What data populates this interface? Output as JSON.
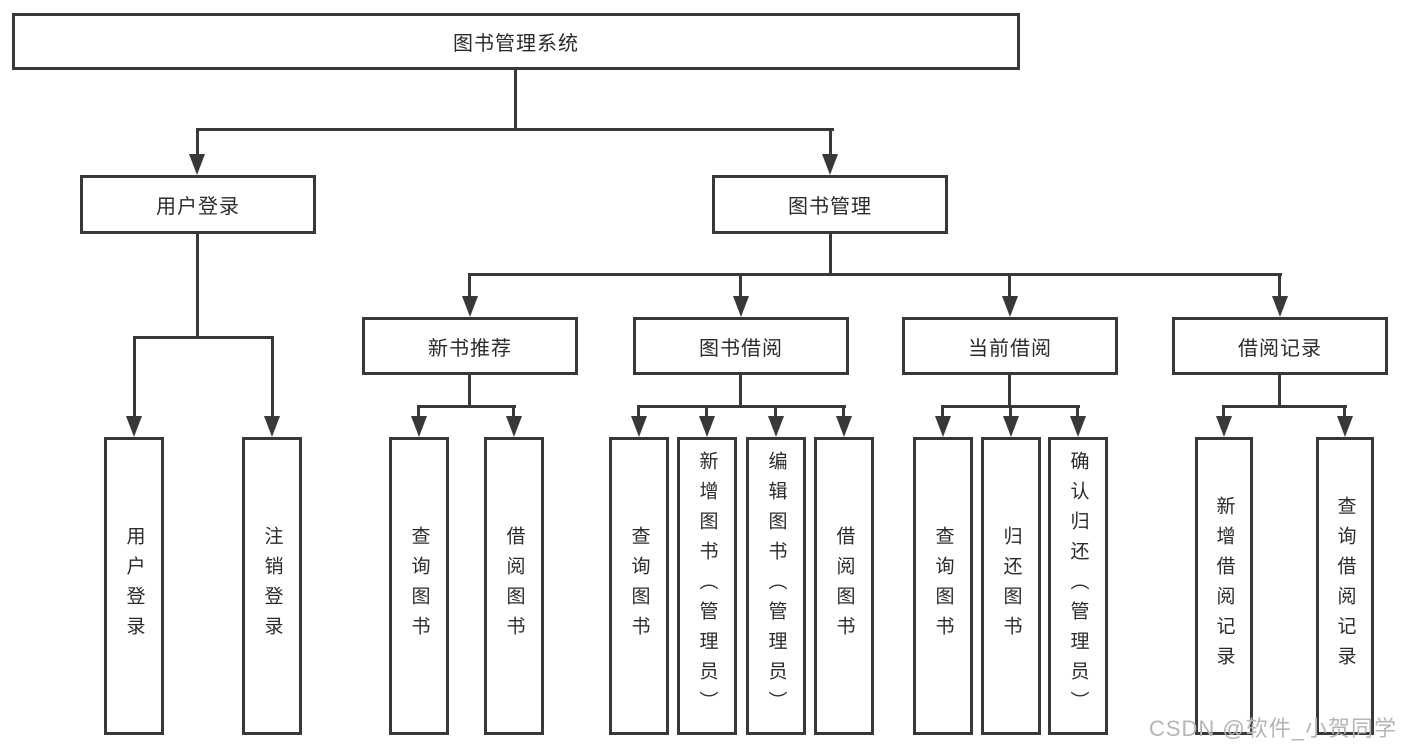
{
  "diagram": {
    "root": "图书管理系统",
    "level2": [
      "用户登录",
      "图书管理"
    ],
    "level3": [
      "新书推荐",
      "图书借阅",
      "当前借阅",
      "借阅记录"
    ],
    "leaves": {
      "user_login": [
        "用户登录",
        "注销登录"
      ],
      "new_book_rec": [
        "查询图书",
        "借阅图书"
      ],
      "book_borrow": [
        "查询图书",
        "新增图书（管理员）",
        "编辑图书（管理员）",
        "借阅图书"
      ],
      "current_borrow": [
        "查询图书",
        "归还图书",
        "确认归还（管理员）"
      ],
      "borrow_record": [
        "新增借阅记录",
        "查询借阅记录"
      ]
    },
    "watermark": "CSDN @软件_小贺同学",
    "colors": {
      "line": "#383838",
      "box_border": "#383838",
      "box_fill": "#ffffff",
      "text": "#2b2b2b",
      "watermark": "#b5b5b5",
      "background": "#ffffff"
    }
  }
}
